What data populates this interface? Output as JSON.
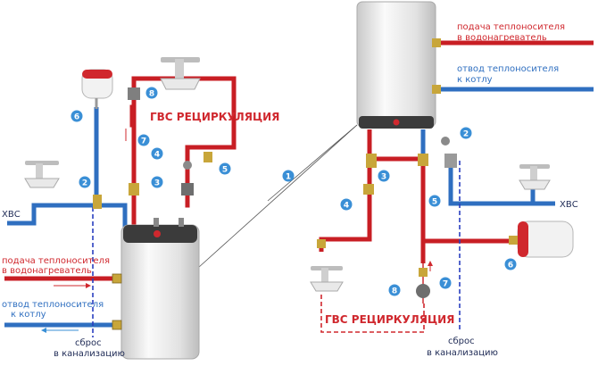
{
  "colors": {
    "supply": "#d0282e",
    "return": "#2f6fc0",
    "drain": "#2a3fbf",
    "marker": "#3a8fd6",
    "tank_body": "#e7e7e7",
    "tank_edge": "#bfbfbf"
  },
  "left": {
    "title": "ГВС РЕЦИРКУЛЯЦИЯ",
    "cold_water": "ХВС",
    "supply_line1": "подача теплоносителя",
    "supply_line2": "в водонагреватель",
    "return_line1": "отвод теплоносителя",
    "return_line2": "к котлу",
    "drain_line1": "сброс",
    "drain_line2": "в канализацию"
  },
  "right": {
    "title": "ГВС РЕЦИРКУЛЯЦИЯ",
    "cold_water": "ХВС",
    "supply_line1": "подача теплоносителя",
    "supply_line2": "в водонагреватель",
    "return_line1": "отвод теплоносителя",
    "return_line2": "к котлу",
    "drain_line1": "сброс",
    "drain_line2": "в канализацию"
  },
  "markers": [
    "1",
    "2",
    "3",
    "4",
    "5",
    "6",
    "7",
    "8"
  ],
  "icons": [
    "faucet-icon",
    "expansion-tank-icon",
    "circulation-pump-icon",
    "valve-icon",
    "boiler-tank-icon"
  ]
}
